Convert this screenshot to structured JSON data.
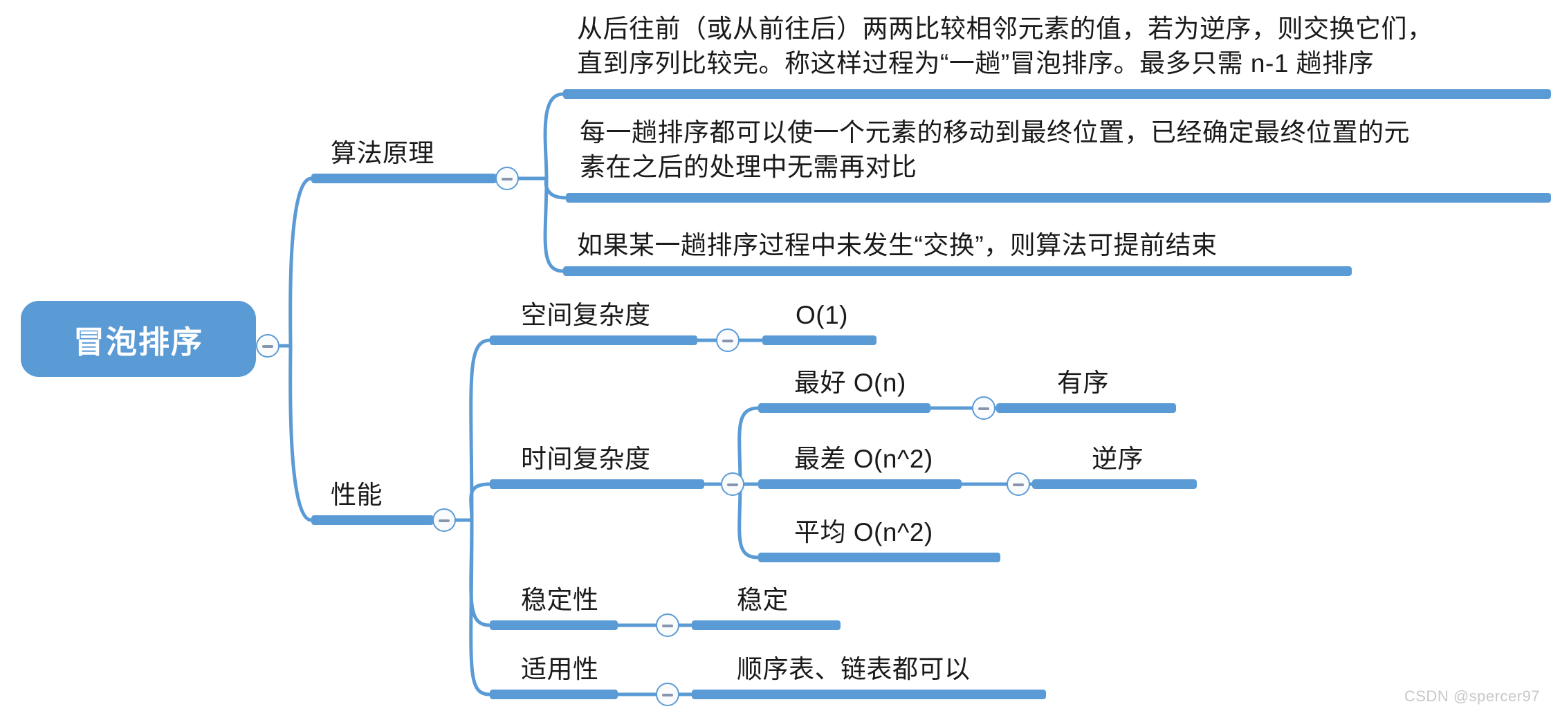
{
  "theme": {
    "accent": "#5b9bd5",
    "line": "#5b9bd5",
    "text": "#1a1a1a",
    "root_text": "#ffffff",
    "background": "#ffffff",
    "watermark_color": "#c8c8c8"
  },
  "root": {
    "label": "冒泡排序",
    "toggle": "collapse-toggle"
  },
  "branches": [
    {
      "id": "algorithm-principle",
      "label": "算法原理",
      "children": [
        {
          "id": "principle-1",
          "lines": [
            "从后往前（或从前往后）两两比较相邻元素的值，若为逆序，则交换它们，",
            "直到序列比较完。称这样过程为“一趟”冒泡排序。最多只需 n-1 趟排序"
          ]
        },
        {
          "id": "principle-2",
          "lines": [
            "每一趟排序都可以使一个元素的移动到最终位置，已经确定最终位置的元",
            "素在之后的处理中无需再对比"
          ]
        },
        {
          "id": "principle-3",
          "lines": [
            "如果某一趟排序过程中未发生“交换”，则算法可提前结束"
          ]
        }
      ]
    },
    {
      "id": "performance",
      "label": "性能",
      "children": [
        {
          "id": "space-complexity",
          "label": "空间复杂度",
          "children": [
            {
              "id": "space-value",
              "label": "O(1)"
            }
          ]
        },
        {
          "id": "time-complexity",
          "label": "时间复杂度",
          "children": [
            {
              "id": "time-best",
              "label": "最好 O(n)",
              "children": [
                {
                  "id": "time-best-case",
                  "label": "有序"
                }
              ]
            },
            {
              "id": "time-worst",
              "label": "最差 O(n^2)",
              "children": [
                {
                  "id": "time-worst-case",
                  "label": "逆序"
                }
              ]
            },
            {
              "id": "time-average",
              "label": "平均 O(n^2)",
              "children": []
            }
          ]
        },
        {
          "id": "stability",
          "label": "稳定性",
          "children": [
            {
              "id": "stability-value",
              "label": "稳定"
            }
          ]
        },
        {
          "id": "applicability",
          "label": "适用性",
          "children": [
            {
              "id": "applicability-value",
              "label": "顺序表、链表都可以"
            }
          ]
        }
      ]
    }
  ],
  "watermark": "CSDN @spercer97"
}
